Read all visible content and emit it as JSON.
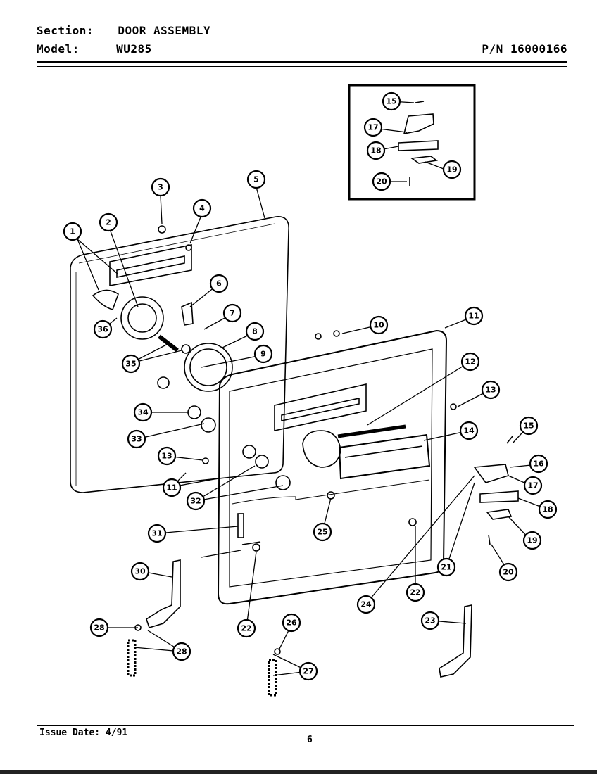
{
  "header": {
    "section_label": "Section:",
    "section_value": "DOOR ASSEMBLY",
    "model_label": "Model:",
    "model_value": "WU285",
    "part_number": "P/N 16000166"
  },
  "footer": {
    "issue_date": "Issue Date: 4/91",
    "page_number": "6"
  },
  "callouts": [
    {
      "id": "1",
      "label": "1"
    },
    {
      "id": "2",
      "label": "2"
    },
    {
      "id": "3",
      "label": "3"
    },
    {
      "id": "4",
      "label": "4"
    },
    {
      "id": "5",
      "label": "5"
    },
    {
      "id": "6",
      "label": "6"
    },
    {
      "id": "7",
      "label": "7"
    },
    {
      "id": "8",
      "label": "8"
    },
    {
      "id": "9",
      "label": "9"
    },
    {
      "id": "10",
      "label": "10"
    },
    {
      "id": "11a",
      "label": "11"
    },
    {
      "id": "11b",
      "label": "11"
    },
    {
      "id": "12",
      "label": "12"
    },
    {
      "id": "13a",
      "label": "13"
    },
    {
      "id": "13b",
      "label": "13"
    },
    {
      "id": "14",
      "label": "14"
    },
    {
      "id": "15a",
      "label": "15"
    },
    {
      "id": "15b",
      "label": "15"
    },
    {
      "id": "16",
      "label": "16"
    },
    {
      "id": "17a",
      "label": "17"
    },
    {
      "id": "17b",
      "label": "17"
    },
    {
      "id": "18a",
      "label": "18"
    },
    {
      "id": "18b",
      "label": "18"
    },
    {
      "id": "19a",
      "label": "19"
    },
    {
      "id": "19b",
      "label": "19"
    },
    {
      "id": "20a",
      "label": "20"
    },
    {
      "id": "20b",
      "label": "20"
    },
    {
      "id": "21",
      "label": "21"
    },
    {
      "id": "22a",
      "label": "22"
    },
    {
      "id": "22b",
      "label": "22"
    },
    {
      "id": "23",
      "label": "23"
    },
    {
      "id": "24",
      "label": "24"
    },
    {
      "id": "25",
      "label": "25"
    },
    {
      "id": "26",
      "label": "26"
    },
    {
      "id": "27",
      "label": "27"
    },
    {
      "id": "28a",
      "label": "28"
    },
    {
      "id": "28b",
      "label": "28"
    },
    {
      "id": "30",
      "label": "30"
    },
    {
      "id": "31",
      "label": "31"
    },
    {
      "id": "32",
      "label": "32"
    },
    {
      "id": "33",
      "label": "33"
    },
    {
      "id": "34",
      "label": "34"
    },
    {
      "id": "35",
      "label": "35"
    },
    {
      "id": "36",
      "label": "36"
    }
  ]
}
